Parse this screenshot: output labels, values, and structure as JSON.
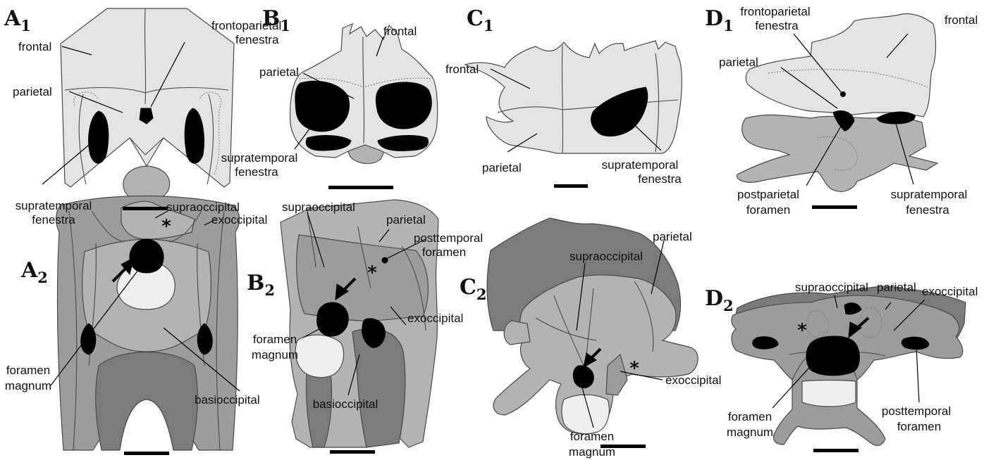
{
  "panels": {
    "A1": {
      "letter": "A",
      "sub": "1"
    },
    "B1": {
      "letter": "B",
      "sub": "1"
    },
    "C1": {
      "letter": "C",
      "sub": "1"
    },
    "D1": {
      "letter": "D",
      "sub": "1"
    },
    "A2": {
      "letter": "A",
      "sub": "2"
    },
    "B2": {
      "letter": "B",
      "sub": "2"
    },
    "C2": {
      "letter": "C",
      "sub": "2"
    },
    "D2": {
      "letter": "D",
      "sub": "2"
    }
  },
  "labels": {
    "A1": {
      "frontal": "frontal",
      "parietal": "parietal",
      "frontoparietal_1": "frontoparietal",
      "frontoparietal_2": "fenestra",
      "supratemporal_1": "supratemporal",
      "supratemporal_2": "fenestra"
    },
    "B1": {
      "frontal": "frontal",
      "parietal": "parietal",
      "supratemporal_1": "supratemporal",
      "supratemporal_2": "fenestra"
    },
    "C1": {
      "frontal": "frontal",
      "parietal": "parietal",
      "supratemporal_1": "supratemporal",
      "supratemporal_2": "fenestra"
    },
    "D1": {
      "frontoparietal_1": "frontoparietal",
      "frontoparietal_2": "fenestra",
      "frontal": "frontal",
      "parietal": "parietal",
      "postparietal_1": "postparietal",
      "postparietal_2": "foramen",
      "supratemporal_1": "supratemporal",
      "supratemporal_2": "fenestra"
    },
    "A2": {
      "supraoccipital": "supraoccipital",
      "exoccipital": "exoccipital",
      "foramen_1": "foramen",
      "foramen_2": "magnum",
      "basioccipital": "basioccipital"
    },
    "B2": {
      "supraoccipital": "supraoccipital",
      "parietal": "parietal",
      "posttemporal_1": "posttemporal",
      "posttemporal_2": "foramen",
      "exoccipital": "exoccipital",
      "foramen_1": "foramen",
      "foramen_2": "magnum",
      "basioccipital": "basioccipital"
    },
    "C2": {
      "supraoccipital": "supraoccipital",
      "parietal": "parietal",
      "exoccipital": "exoccipital",
      "foramen_1": "foramen",
      "foramen_2": "magnum"
    },
    "D2": {
      "supraoccipital": "supraoccipital",
      "parietal": "parietal",
      "exoccipital": "exoccipital",
      "foramen_1": "foramen",
      "foramen_2": "magnum",
      "posttemporal_1": "posttemporal",
      "posttemporal_2": "foramen"
    }
  },
  "markers": {
    "asterisk": "*"
  },
  "colors": {
    "bone_light": "#e4e4e4",
    "bone_mid": "#b3b3b3",
    "bone_dark": "#7b7b7b",
    "opening": "#000000"
  }
}
